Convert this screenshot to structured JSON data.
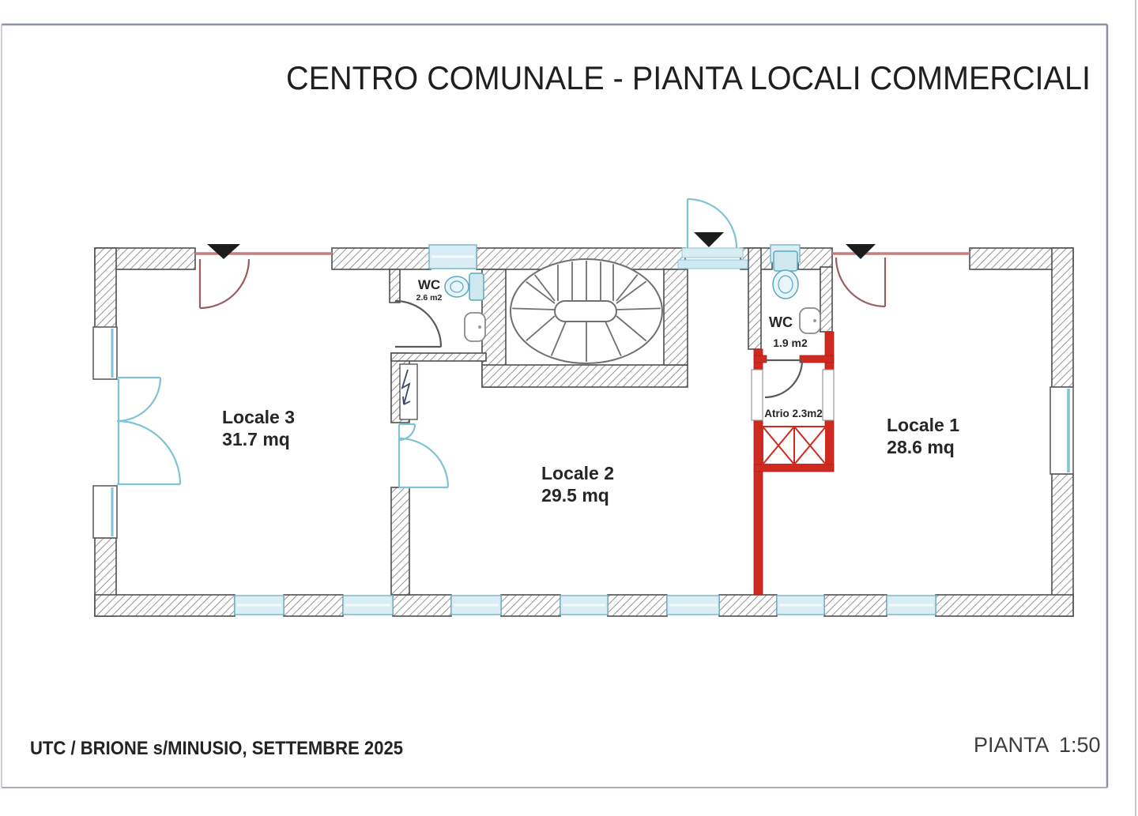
{
  "sheet": {
    "title": "CENTRO COMUNALE - PIANTA LOCALI COMMERCIALI",
    "footer_left": "UTC / BRIONE s/MINUSIO, SETTEMBRE 2025",
    "footer_right_label": "PIANTA",
    "footer_right_scale": "1:50"
  },
  "rooms": {
    "locale1": {
      "name": "Locale 1",
      "area": "28.6 mq"
    },
    "locale2": {
      "name": "Locale 2",
      "area": "29.5 mq"
    },
    "locale3": {
      "name": "Locale 3",
      "area": "31.7 mq"
    },
    "wc_large": {
      "name": "WC",
      "area": "2.6 m2"
    },
    "wc_small": {
      "name": "WC",
      "area": "1.9 m2"
    },
    "atrio": {
      "label": "Atrio 2.3m2"
    }
  },
  "colors": {
    "wall_outline": "#4f4f4f",
    "hatch": "#949494",
    "red_wall": "#cf2a20",
    "pink_threshold": "#c47e7e",
    "maroon_door": "#9c5c60",
    "teal_door": "#7fc3d4",
    "window_fill": "#d9edf4",
    "window_frame": "#7fb8cc",
    "fixture_fill": "#cfe8f0",
    "fixture_stroke": "#5ba8c0",
    "stair_stroke": "#707070",
    "marker": "#1c1c1c",
    "frame_line": "#8b93a3"
  }
}
